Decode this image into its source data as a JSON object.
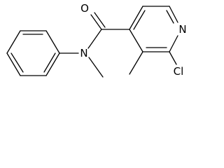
{
  "structure": {
    "labels": {
      "oxygen": "O",
      "amide_nitrogen": "N",
      "ring_nitrogen": "N",
      "chlorine": "Cl"
    }
  }
}
